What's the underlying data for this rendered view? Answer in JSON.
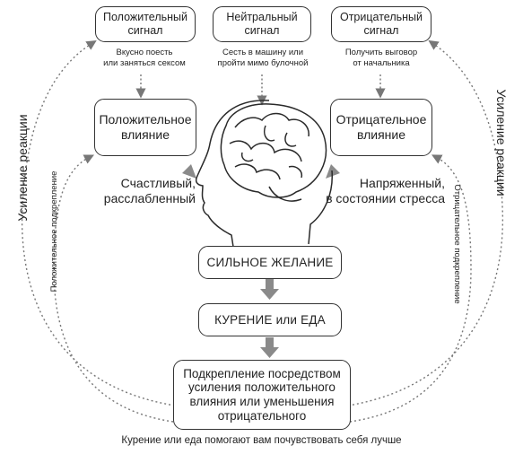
{
  "signals": {
    "positive": {
      "title_line1": "Положительный",
      "title_line2": "сигнал",
      "example_line1": "Вкусно поесть",
      "example_line2": "или заняться сексом"
    },
    "neutral": {
      "title_line1": "Нейтральный",
      "title_line2": "сигнал",
      "example_line1": "Сесть в машину или",
      "example_line2": "пройти мимо булочной"
    },
    "negative": {
      "title_line1": "Отрицательный",
      "title_line2": "сигнал",
      "example_line1": "Получить выговор",
      "example_line2": "от начальника"
    }
  },
  "influences": {
    "positive": {
      "line1": "Положительное",
      "line2": "влияние",
      "state_line1": "Счастливый,",
      "state_line2": "расслабленный"
    },
    "negative": {
      "line1": "Отрицательное",
      "line2": "влияние",
      "state_line1": "Напряженный,",
      "state_line2": "в состоянии стресса"
    }
  },
  "steps": {
    "craving": "СИЛЬНОЕ ЖЕЛАНИЕ",
    "action": "КУРЕНИЕ или ЕДА",
    "reinforcement_line1": "Подкрепление посредством",
    "reinforcement_line2": "усиления положительного",
    "reinforcement_line3": "влияния или уменьшения",
    "reinforcement_line4": "отрицательного"
  },
  "caption": "Курение или еда помогают вам почувствовать себя лучше",
  "side_labels": {
    "left_outer": "Усиление реакции",
    "right_outer": "Усиление реакции",
    "left_inner": "Положительное подкрепление",
    "right_inner": "Отрицательное подкрепление"
  }
}
